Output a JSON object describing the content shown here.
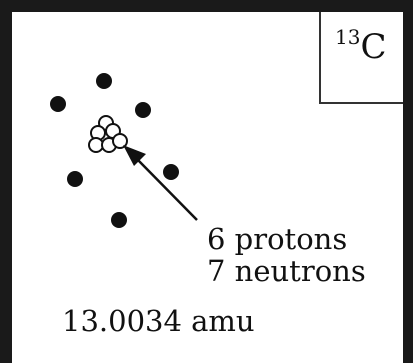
{
  "symbol": {
    "mass_number": "13",
    "element": "C"
  },
  "labels": {
    "protons": "6 protons",
    "neutrons": "7 neutrons",
    "mass": "13.0034 amu"
  },
  "colors": {
    "frame": "#1a1a1a",
    "ink": "#111111"
  }
}
